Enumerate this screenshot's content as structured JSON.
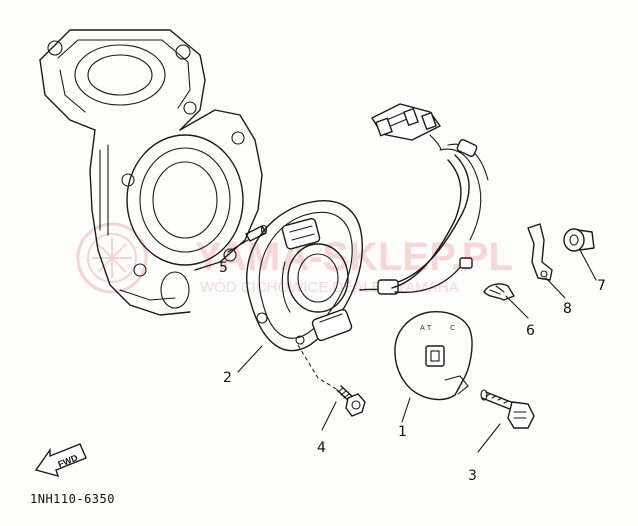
{
  "diagram": {
    "part_code": "1NH110-6350",
    "fwd_label": "FWD",
    "watermark": {
      "line1": "YAMA-SKLEP.PL",
      "line2": "WÓD CICHOWICE DEALER YAMAHA"
    },
    "callouts": [
      {
        "id": "1",
        "label": "1"
      },
      {
        "id": "2",
        "label": "2"
      },
      {
        "id": "3",
        "label": "3"
      },
      {
        "id": "4",
        "label": "4"
      },
      {
        "id": "5",
        "label": "5"
      },
      {
        "id": "6",
        "label": "6"
      },
      {
        "id": "7",
        "label": "7"
      },
      {
        "id": "8",
        "label": "8"
      }
    ]
  }
}
